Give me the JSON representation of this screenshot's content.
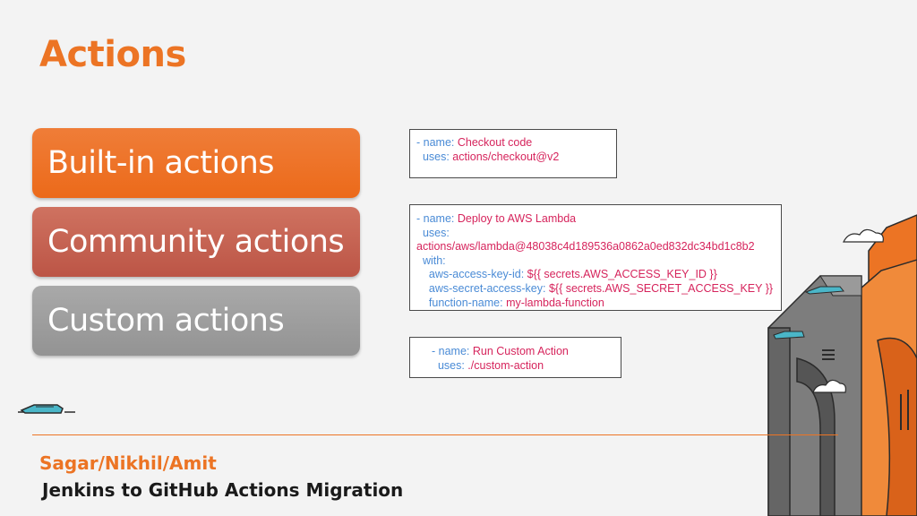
{
  "slide": {
    "title": "Actions",
    "categories": [
      {
        "label": "Built-in actions",
        "color": "#ec6a1a"
      },
      {
        "label": "Community actions",
        "color": "#bc5546"
      },
      {
        "label": "Custom actions",
        "color": "#939393"
      }
    ],
    "examples": {
      "checkout": {
        "l1_key": "- name: ",
        "l1_val": "Checkout code",
        "l2_key": "  uses: ",
        "l2_val": "actions/checkout@v2"
      },
      "lambda": {
        "l1_key": "- name: ",
        "l1_val": "Deploy to AWS Lambda",
        "l2_key": "  uses:",
        "l3_val": "actions/aws/lambda@48038c4d189536a0862a0ed832dc34bd1c8b2",
        "l4_key": "  with:",
        "l5_key": "    aws-access-key-id: ",
        "l5_val": "${{ secrets.AWS_ACCESS_KEY_ID }}",
        "l6_key": "    aws-secret-access-key: ",
        "l6_val": "${{ secrets.AWS_SECRET_ACCESS_KEY }}",
        "l7_key": "    function-name: ",
        "l7_val": "my-lambda-function"
      },
      "custom": {
        "l1_key": "- name: ",
        "l1_val": "Run Custom Action",
        "l2_key": "  uses: ",
        "l2_val": "./custom-action"
      }
    },
    "footer": {
      "authors": "Sagar/Nikhil/Amit",
      "subtitle": "Jenkins to GitHub Actions Migration"
    },
    "colors": {
      "accent": "#ec7424",
      "yaml_key": "#4a8bd6",
      "yaml_value": "#d6245c"
    },
    "icons": [
      "airplane-icon",
      "cloud-icon",
      "tower-illustration"
    ]
  }
}
